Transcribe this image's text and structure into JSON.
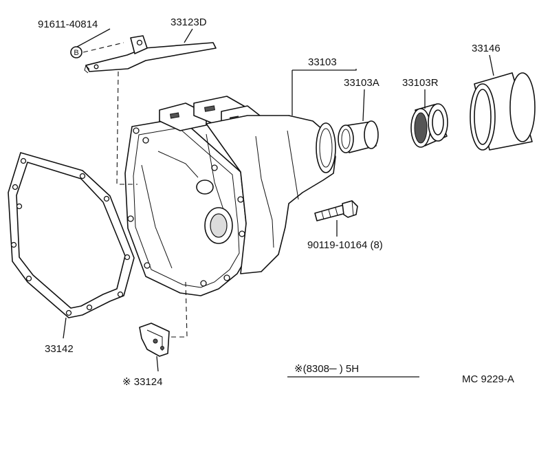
{
  "labels": {
    "bolt_a": "91611-40814",
    "bolt_a_marker": "B",
    "bracket": "33123D",
    "case_assy": "33103",
    "bushing": "33103A",
    "oil_seal": "33103R",
    "sleeve": "33146",
    "gasket": "33142",
    "bolt_b": "90119-10164 (8)",
    "clip": "※ 33124",
    "applicability": "※(8308─          ) 5H",
    "footer_code": "MC  9229-A"
  },
  "colors": {
    "line": "#111111",
    "background": "#ffffff"
  }
}
